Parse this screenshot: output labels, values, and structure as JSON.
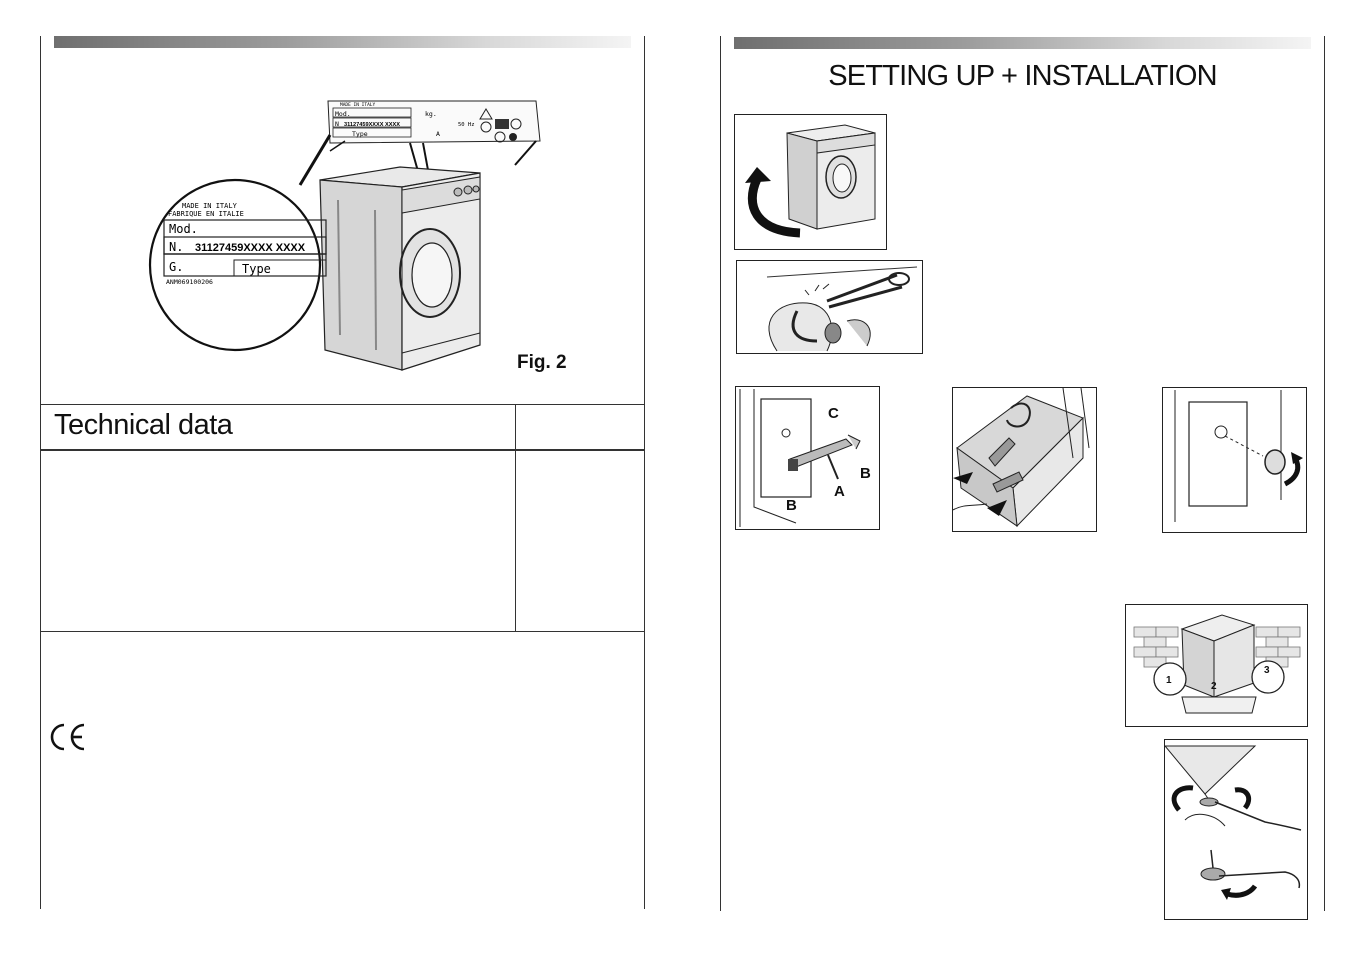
{
  "left_page": {
    "figure": {
      "plate_header_line1": "MADE IN ITALY",
      "plate_header_line2": "FABRIQUE EN ITALIE",
      "plate_mod_label": "Mod.",
      "plate_serial_prefix": "N.",
      "plate_serial_number": "31127459XXXX  XXXX",
      "plate_g_label": "G.",
      "plate_type_label": "Type",
      "plate_footer_code": "ANM069100206",
      "small_plate_serial": "31127459XXXX XXXX",
      "small_plate_kg": "kg.",
      "small_plate_hz": "50 Hz",
      "small_plate_a": "A",
      "caption": "Fig. 2"
    },
    "technical_data_title": "Technical data",
    "ce_mark": "CE"
  },
  "right_page": {
    "title": "SETTING UP + INSTALLATION",
    "bracket_figure": {
      "label_c": "C",
      "label_b_right": "B",
      "label_a": "A",
      "label_b_left": "B"
    },
    "leveling_figure": {
      "step_1": "1",
      "step_2": "2",
      "step_3": "3"
    }
  }
}
